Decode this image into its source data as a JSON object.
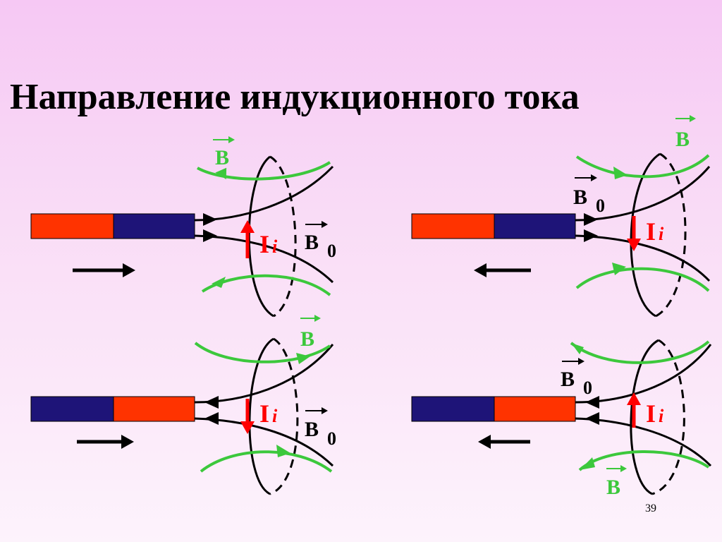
{
  "title": "Направление индукционного тока",
  "page_number": "39",
  "labels": {
    "b": "B",
    "b0_letter": "B",
    "b0_sub": "0",
    "current_letter": "I",
    "current_sub": "i"
  },
  "colors": {
    "north_pole": "#ff3300",
    "south_pole": "#1e1478",
    "induced_field": "#3cc83c",
    "induced_current": "#ff0000",
    "lines": "#000000"
  },
  "panels": [
    {
      "id": "top-left",
      "magnet_order": [
        "north",
        "south"
      ],
      "magnet_motion": "right",
      "field_arrows": "toward-coil",
      "current": "up",
      "induced_b": "opposes"
    },
    {
      "id": "top-right",
      "magnet_order": [
        "north",
        "south"
      ],
      "magnet_motion": "left",
      "field_arrows": "toward-coil",
      "current": "down",
      "induced_b": "aids"
    },
    {
      "id": "bottom-left",
      "magnet_order": [
        "south",
        "north"
      ],
      "magnet_motion": "right",
      "field_arrows": "toward-magnet",
      "current": "down",
      "induced_b": "opposes"
    },
    {
      "id": "bottom-right",
      "magnet_order": [
        "south",
        "north"
      ],
      "magnet_motion": "left",
      "field_arrows": "toward-magnet",
      "current": "up",
      "induced_b": "aids"
    }
  ]
}
